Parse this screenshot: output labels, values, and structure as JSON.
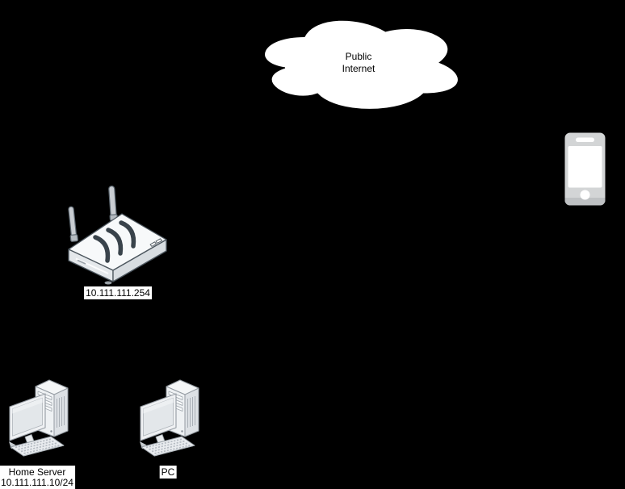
{
  "nodes": {
    "internet": {
      "type": "cloud",
      "label": "Public\nInternet"
    },
    "phone": {
      "type": "smartphone"
    },
    "router": {
      "type": "wireless-router",
      "label": "10.111.111.254"
    },
    "home_server": {
      "type": "desktop-computer",
      "label": "Home Server\n10.111.111.10/24"
    },
    "pc": {
      "type": "desktop-computer",
      "label": "PC"
    }
  },
  "colors": {
    "canvas_background": "#000000",
    "cloud_fill": "#ffffff",
    "cloud_outline": "#000000",
    "label_text": "#000000",
    "label_background": "#ffffff",
    "phone_body": "#d3d5d6",
    "phone_detail": "#ffffff",
    "device_top_fill": "#f7f9fa",
    "device_side_fill": "#d8dde1",
    "device_outline": "#4d575f",
    "computer_fill": "#eef1f3",
    "computer_outline": "#959ca3",
    "wifi_wave": "#39434b",
    "antenna_fill": "#c9cdd2"
  }
}
